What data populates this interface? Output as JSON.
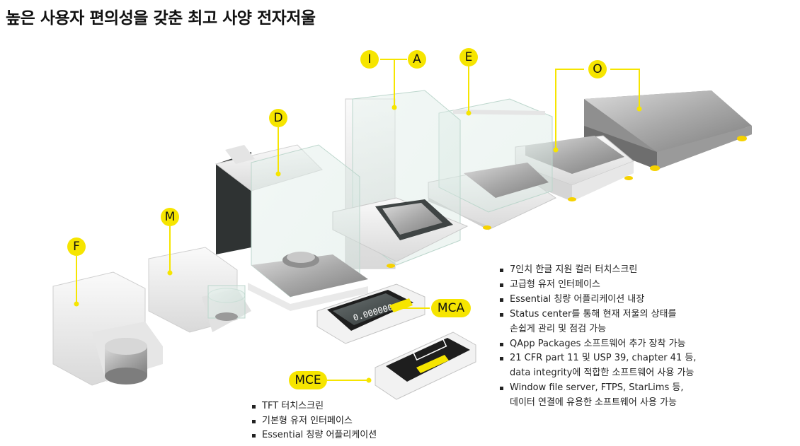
{
  "page": {
    "title": "높은 사용자 편의성을 갖춘 최고 사양 전자저울"
  },
  "colors": {
    "accent_yellow": "#f6e500",
    "text": "#1a1a1a",
    "device_white": "#eeeeee",
    "steel": "#b9b9b9"
  },
  "models": [
    {
      "id": "F",
      "label": "F"
    },
    {
      "id": "M",
      "label": "M"
    },
    {
      "id": "D",
      "label": "D"
    },
    {
      "id": "I",
      "label": "I"
    },
    {
      "id": "A",
      "label": "A"
    },
    {
      "id": "E",
      "label": "E"
    },
    {
      "id": "O",
      "label": "O"
    }
  ],
  "displays": {
    "mca": {
      "label": "MCA",
      "screen_reading": "0.000000",
      "features": [
        "7인치 한글 지원 컬러 터치스크린",
        "고급형 유저 인터페이스",
        "Essential 칭량 어플리케이션 내장",
        "Status center를 통해 현재 저울의 상태를",
        "손쉽게 관리 및 점검 가능",
        "QApp Packages 소프트웨어 추가 장착 가능",
        "21 CFR part 11 및 USP 39, chapter 41 등,",
        "data integrity에 적합한 소프트웨어 사용 가능",
        "Window file server, FTPS, StarLims 등,",
        "데이터 연결에 유용한 소프트웨어 사용 가능"
      ]
    },
    "mce": {
      "label": "MCE",
      "features": [
        "TFT 터치스크린",
        "기본형 유저 인터페이스",
        "Essential 칭량 어플리케이션"
      ]
    }
  }
}
